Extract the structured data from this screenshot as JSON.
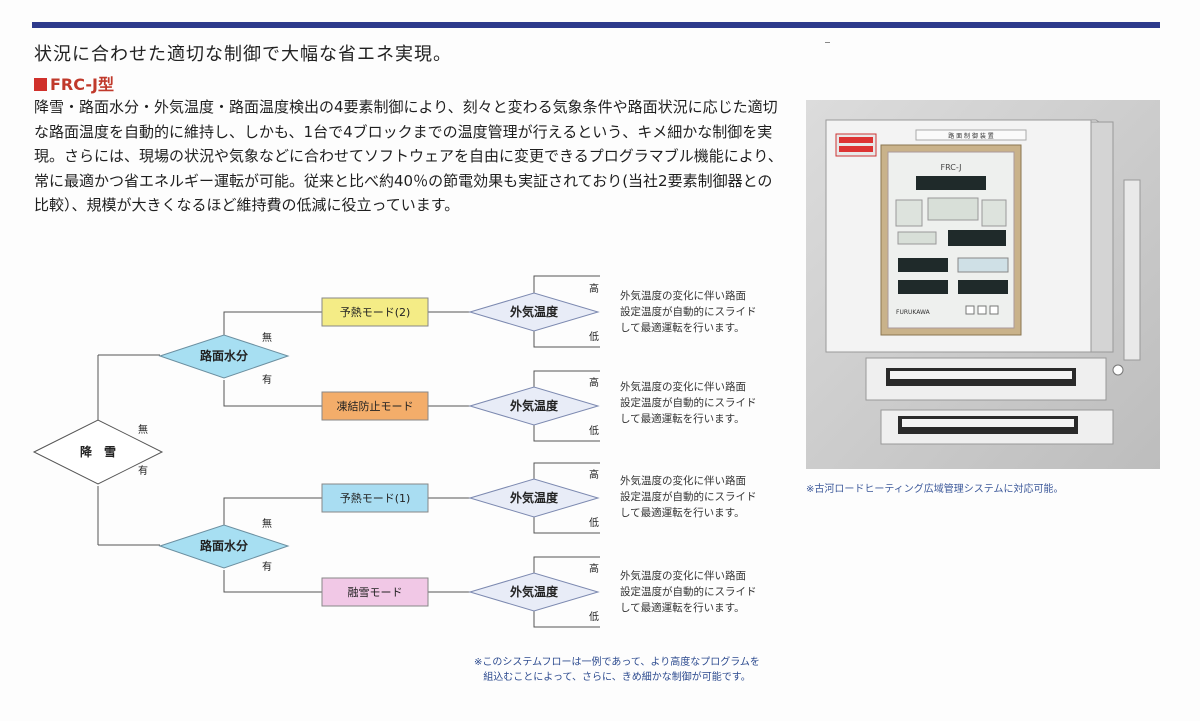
{
  "header": {
    "headline": "状況に合わせた適切な制御で大幅な省エネ実現。",
    "model": "FRC-J型"
  },
  "body_text": "降雪・路面水分・外気温度・路面温度検出の4要素制御により、刻々と変わる気象条件や路面状況に応じた適切な路面温度を自動的に維持し、しかも、1台で4ブロックまでの温度管理が行えるという、キメ細かな制御を実現。さらには、現場の状況や気象などに合わせてソフトウェアを自由に変更できるプログラマブル機能により、常に最適かつ省エネルギー運転が可能。従来と比べ約40％の節電効果も実証されており(当社2要素制御器との比較）、規模が大きくなるほど維持費の低減に役立っています。",
  "flow": {
    "root": "降　雪",
    "root_no": "無",
    "root_yes": "有",
    "branch_top": {
      "label": "路面水分",
      "no": "無",
      "yes": "有"
    },
    "branch_bottom": {
      "label": "路面水分",
      "no": "無",
      "yes": "有"
    },
    "modes": [
      "予熱モード(2)",
      "凍結防止モード",
      "予熱モード(1)",
      "融雪モード"
    ],
    "mode_colors": [
      "#f4ec86",
      "#f3ad6a",
      "#a9ddf2",
      "#f1c8e6"
    ],
    "decision": "外気温度",
    "high": "高",
    "low": "低",
    "note_lines": [
      "外気温度の変化に伴い路面",
      "設定温度が自動的にスライド",
      "して最適運転を行います。"
    ]
  },
  "footnote_lines": [
    "※このシステムフローは一例であって、より高度なプログラムを",
    "組込むことによって、さらに、きめ細かな制御が可能です。"
  ],
  "photo": {
    "device_label": "FRC-J",
    "brand": "FURUKAWA",
    "plate_text": "路 面 制 御 装 置"
  },
  "photo_caption": "※古河ロードヒーティング広域管理システムに対応可能。"
}
